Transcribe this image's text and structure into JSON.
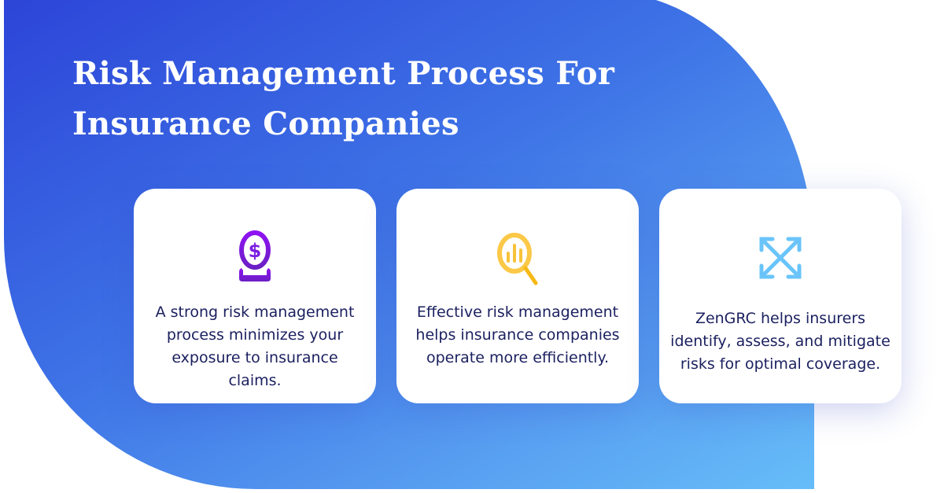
{
  "title": {
    "line1": "Risk Management Process For",
    "line2": "Insurance Companies"
  },
  "cards": [
    {
      "icon": "dollar-coin-icon",
      "text": "A strong risk management process minimizes your exposure to insurance claims.",
      "color": "#7b1fe0"
    },
    {
      "icon": "magnifier-chart-icon",
      "text": "Effective risk management helps insurance companies operate more efficiently.",
      "color": "#f8c33a"
    },
    {
      "icon": "expand-arrows-icon",
      "text": "ZenGRC helps insurers identify, assess, and mitigate risks for optimal coverage.",
      "color": "#6ac4fa"
    }
  ]
}
